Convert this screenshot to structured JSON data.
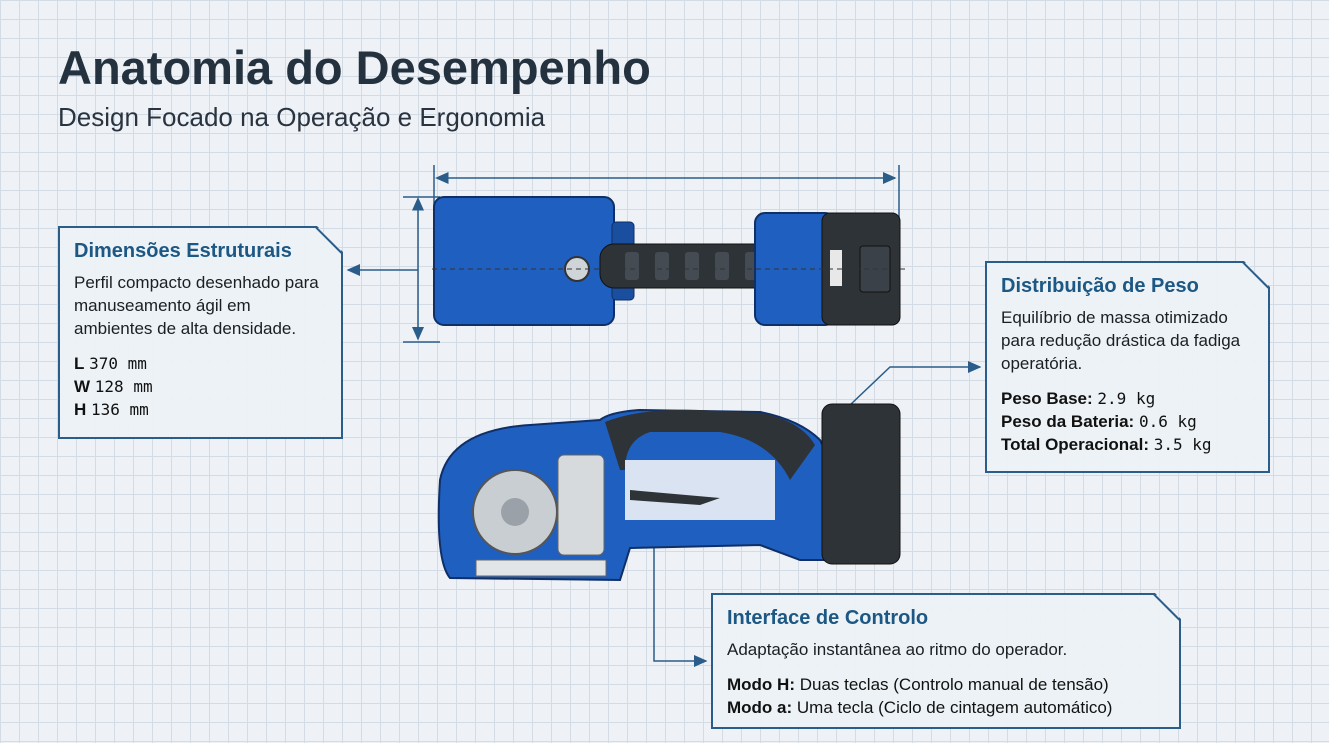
{
  "header": {
    "title": "Anatomia do Desempenho",
    "subtitle": "Design Focado na Operação e Ergonomia"
  },
  "dimensions": {
    "title": "Dimensões Estruturais",
    "description": "Perfil compacto desenhado para manuseamento ágil em ambientes de alta densidade.",
    "specs": [
      {
        "label": "L",
        "value": "370 mm"
      },
      {
        "label": "W",
        "value": "128 mm"
      },
      {
        "label": "H",
        "value": "136 mm"
      }
    ]
  },
  "weight": {
    "title": "Distribuição de Peso",
    "description": "Equilíbrio de massa otimizado para redução drástica da fadiga operatória.",
    "specs": [
      {
        "label": "Peso Base:",
        "value": "2.9 kg"
      },
      {
        "label": "Peso da Bateria:",
        "value": "0.6 kg"
      },
      {
        "label": "Total Operacional:",
        "value": "3.5 kg"
      }
    ]
  },
  "control": {
    "title": "Interface de Controlo",
    "description": "Adaptação instantânea ao ritmo do operador.",
    "specs": [
      {
        "label": "Modo H:",
        "value": "Duas teclas (Controlo manual de tensão)"
      },
      {
        "label": "Modo a:",
        "value": "Uma tecla (Ciclo de cintagem automático)"
      }
    ]
  },
  "colors": {
    "accent": "#1d5784",
    "tool_blue": "#1f5fbf",
    "grip": "#2e3338"
  }
}
